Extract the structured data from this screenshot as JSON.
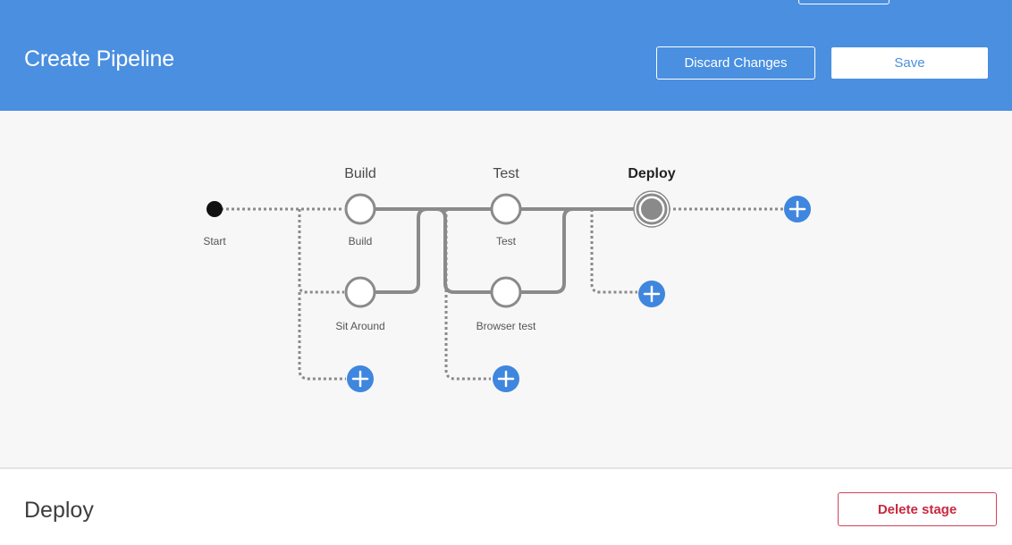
{
  "header": {
    "title": "Create Pipeline",
    "discard_label": "Discard Changes",
    "save_label": "Save"
  },
  "pipeline": {
    "start_label": "Start",
    "stages": [
      {
        "title": "Build",
        "branches": [
          "Build",
          "Sit Around"
        ]
      },
      {
        "title": "Test",
        "branches": [
          "Test",
          "Browser test"
        ]
      },
      {
        "title": "Deploy",
        "branches": []
      }
    ],
    "selected_stage": "Deploy"
  },
  "footer": {
    "stage_title": "Deploy",
    "delete_label": "Delete stage"
  },
  "colors": {
    "header_bg": "#4a8fe0",
    "add_button": "#3f86de",
    "delete": "#c8283e"
  }
}
